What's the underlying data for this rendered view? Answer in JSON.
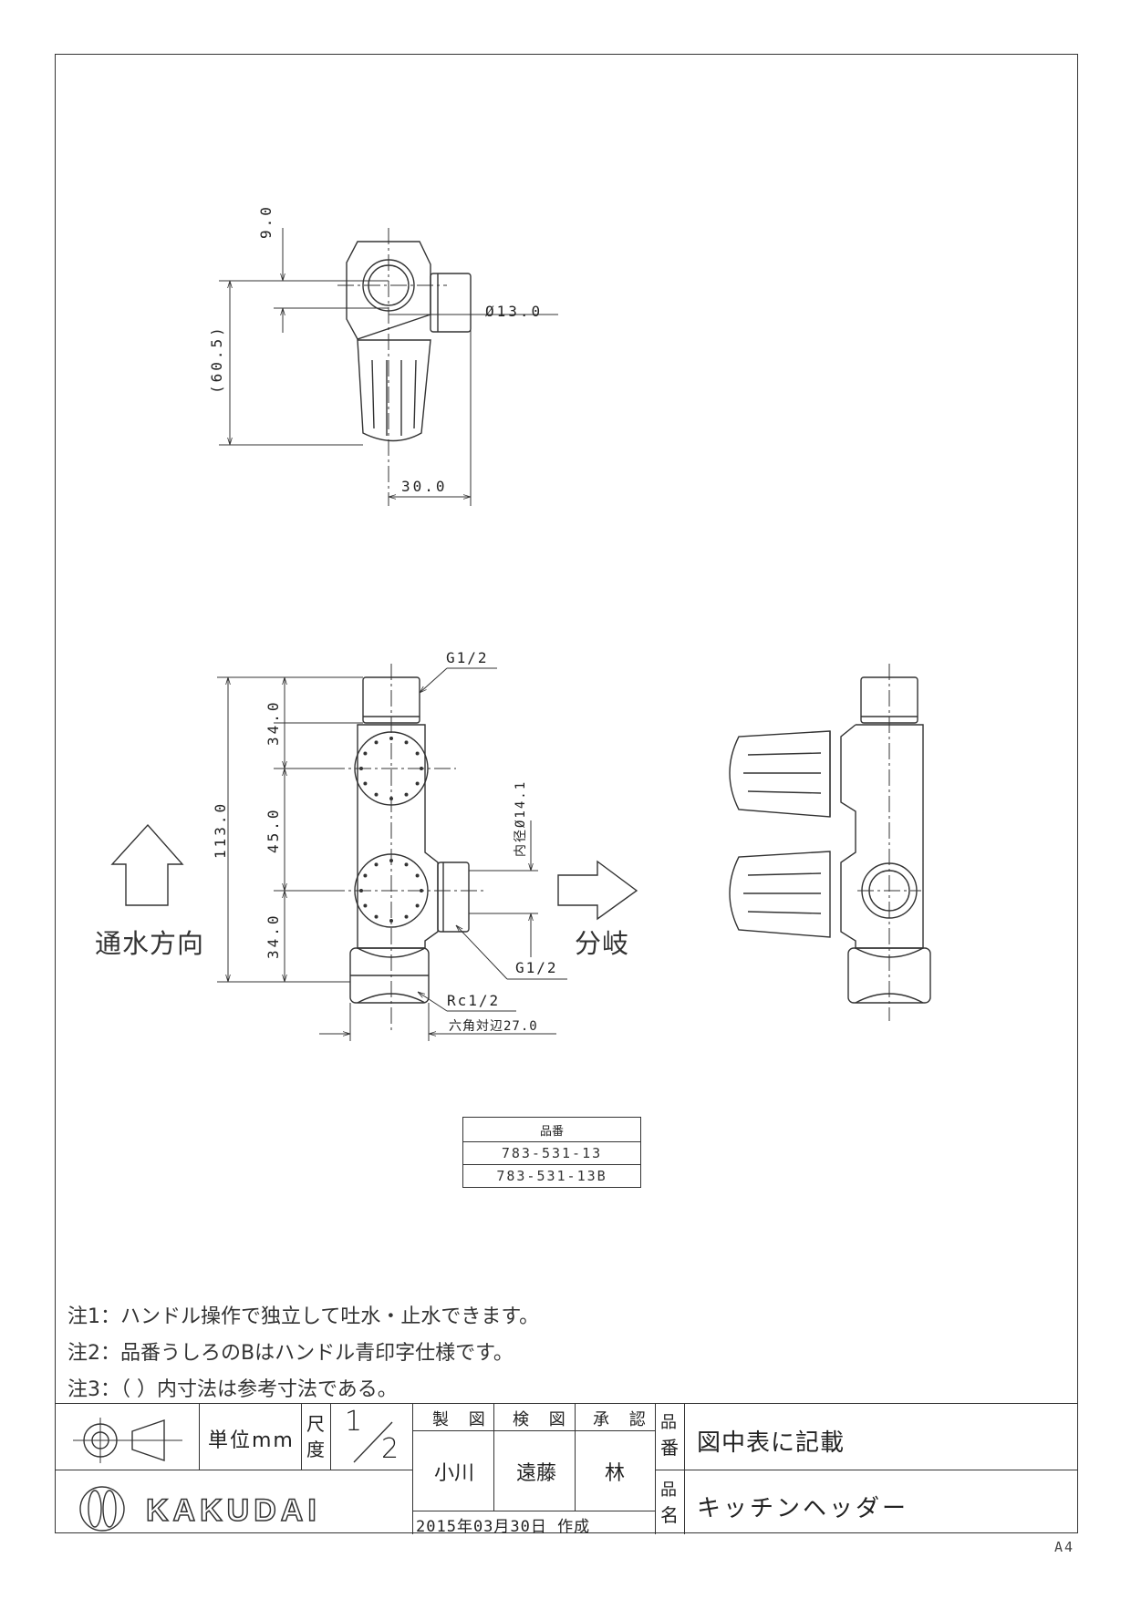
{
  "dimensions": {
    "top_nine": "9.0",
    "top_dia13": "Ø13.0",
    "top_60": "(60.5)",
    "top_30": "30.0",
    "side_g_top": "G1/2",
    "side_34a": "34.0",
    "side_45": "45.0",
    "side_34b": "34.0",
    "side_113": "113.0",
    "inner_dia": "内径Ø14.1",
    "side_g_branch": "G1/2",
    "side_rc": "Rc1/2",
    "hex": "六角対辺27.0"
  },
  "labels": {
    "flow_direction": "通水方向",
    "branch": "分岐"
  },
  "parts_table": {
    "header": "品番",
    "rows": [
      "783-531-13",
      "783-531-13B"
    ]
  },
  "notes": [
    "注1：ハンドル操作で独立して吐水・止水できます。",
    "注2：品番うしろのBはハンドル青印字仕様です。",
    "注3：（ ）内寸法は参考寸法である。"
  ],
  "title_block": {
    "unit_label": "単位mm",
    "scale_label_1": "尺",
    "scale_label_2": "度",
    "scale_num": "1",
    "scale_den": "2",
    "drawn_label": "製 図",
    "checked_label": "検 図",
    "approved_label": "承 認",
    "drawn_by": "小川",
    "checked_by": "遠藤",
    "approved_by": "林",
    "date": "2015年03月30日 作成",
    "part_no_label_1": "品",
    "part_no_label_2": "番",
    "part_no_value": "図中表に記載",
    "part_name_label_1": "品",
    "part_name_label_2": "名",
    "part_name_value": "キッチンヘッダー",
    "company": "KAKUDAI"
  },
  "sheet_size": "A4"
}
